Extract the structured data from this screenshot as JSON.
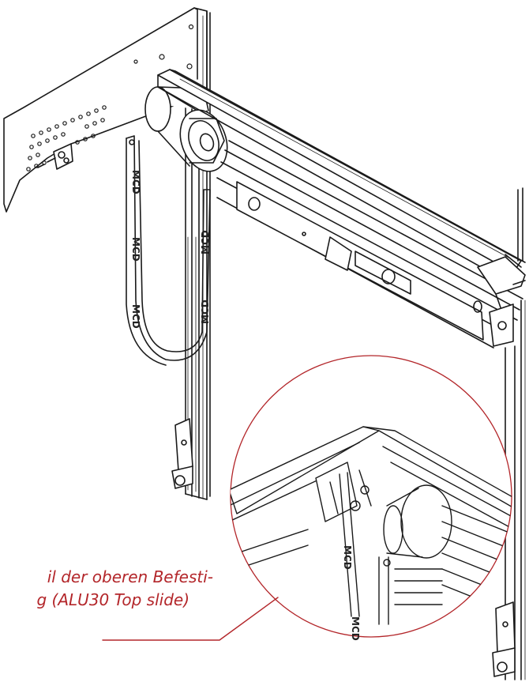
{
  "caption": {
    "line1": "il der oberen Befesti-",
    "line2": "g (ALU30 Top slide)"
  },
  "strap_brand": "MCD",
  "colors": {
    "accent": "#b3262a",
    "line": "#1a1a1a",
    "background": "#ffffff"
  }
}
